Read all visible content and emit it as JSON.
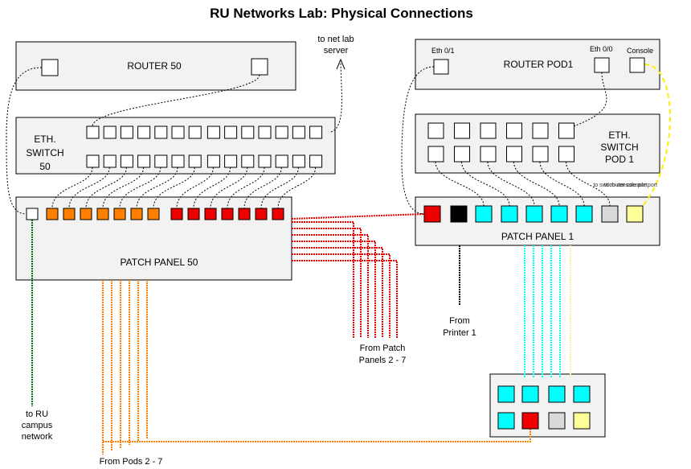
{
  "title": "RU Networks Lab:  Physical Connections",
  "router50": {
    "label": "ROUTER 50"
  },
  "switch50": {
    "label_lines": [
      "ETH.",
      "SWITCH",
      "50"
    ]
  },
  "patch50": {
    "label": "PATCH PANEL 50"
  },
  "router_pod1": {
    "label": "ROUTER POD1",
    "port_eth01": "Eth 0/1",
    "port_eth00": "Eth 0/0",
    "port_console": "Console"
  },
  "switch_pod1": {
    "label_lines": [
      "ETH.",
      "SWITCH",
      "POD 1"
    ]
  },
  "patch1": {
    "label": "PATCH PANEL 1",
    "note_console_port": "to switch console port",
    "note_router_console": "to router console port"
  },
  "notes": {
    "net_lab_server": [
      "to net lab",
      "server"
    ],
    "ru_campus": [
      "to RU",
      "campus",
      "network"
    ],
    "from_pods": "From Pods 2 - 7",
    "from_patch_panels": [
      "From Patch",
      "Panels 2 - 7"
    ],
    "from_printer": [
      "From",
      "Printer 1"
    ]
  },
  "colors": {
    "orange": "#ff8000",
    "red": "#ee0000",
    "cyan": "#00ffff",
    "black": "#000000",
    "gray": "#d9d9d9",
    "yellow": "#ffff99",
    "green": "#007700",
    "dashed_yellow": "#ffee00",
    "box_fill": "#f2f2f2"
  }
}
